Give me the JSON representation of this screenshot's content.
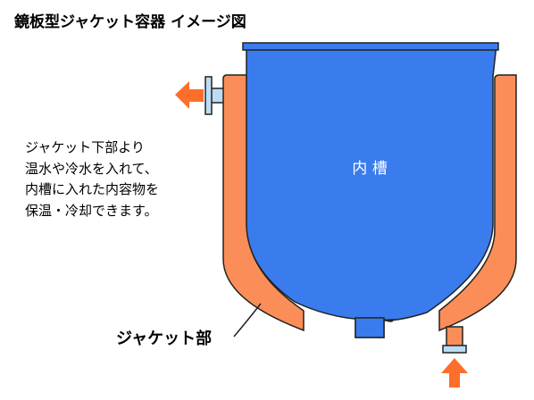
{
  "title": "鏡板型ジャケット容器 イメージ図",
  "description": [
    "ジャケット下部より",
    "温水や冷水を入れて、",
    "内槽に入れた内容物を",
    "保温・冷却できます。"
  ],
  "labels": {
    "inner_tank": "内 槽",
    "jacket": "ジャケット部"
  },
  "colors": {
    "inner_tank": "#3a7cee",
    "jacket": "#fb8e58",
    "arrow": "#fd6e2a",
    "outline": "#222222",
    "pipe": "#bcdcf5"
  }
}
